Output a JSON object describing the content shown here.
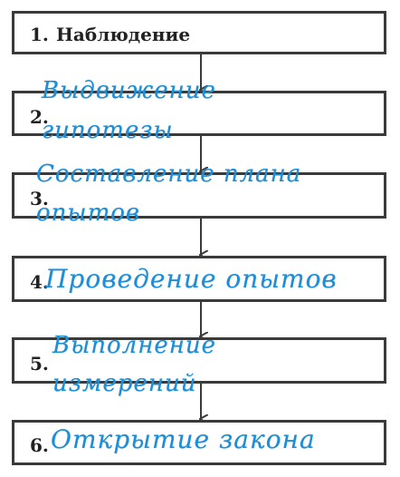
{
  "steps": [
    {
      "number": "1.",
      "printed_text": "Наблюдение",
      "handwritten": []
    },
    {
      "number": "2.",
      "printed_text": "",
      "handwritten": [
        "Выдвижение",
        "гипотезы"
      ]
    },
    {
      "number": "3.",
      "printed_text": "",
      "handwritten": [
        "Составление плана",
        "опытов"
      ]
    },
    {
      "number": "4.",
      "printed_text": "",
      "handwritten": [
        "Проведение опытов"
      ]
    },
    {
      "number": "5.",
      "printed_text": "",
      "handwritten": [
        "Выполнение",
        "измерений"
      ]
    },
    {
      "number": "6.",
      "printed_text": "",
      "handwritten": [
        "Открытие закона"
      ]
    }
  ],
  "colors": {
    "border": "#3a3a3a",
    "handwriting": "#1f8ed6",
    "arrow": "#3a3a3a"
  }
}
